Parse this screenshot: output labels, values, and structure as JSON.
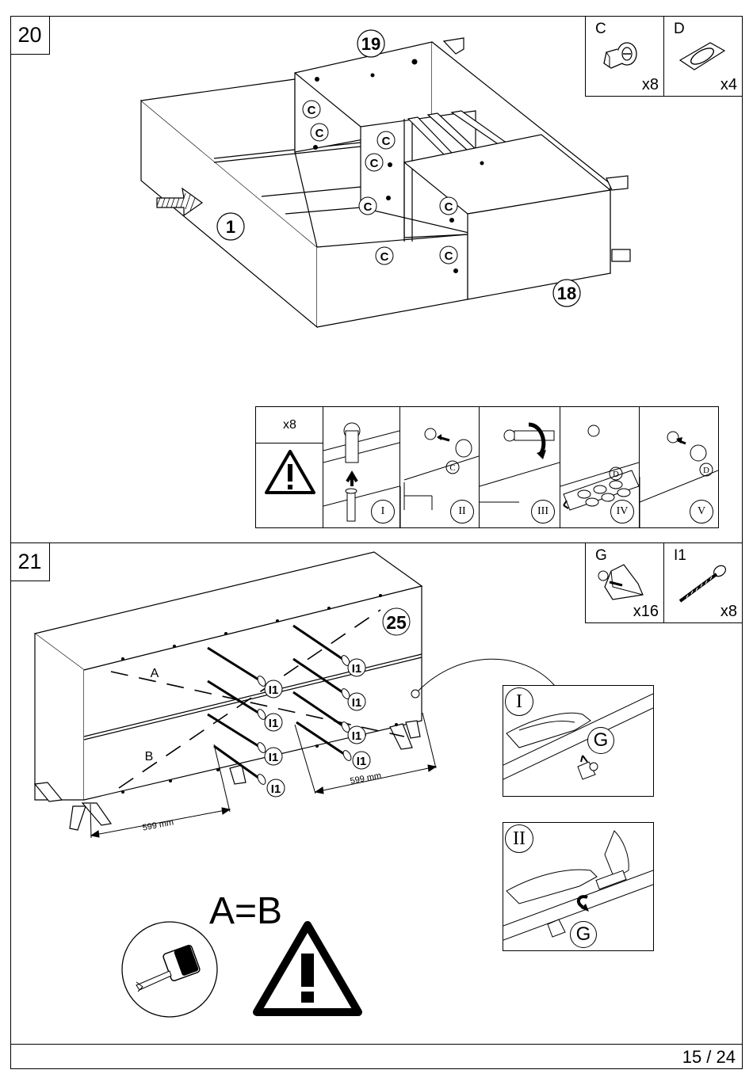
{
  "page": {
    "number": "15 / 24"
  },
  "step20": {
    "number": "20",
    "parts": [
      {
        "code": "C",
        "qty": "x8",
        "icon": "cam-lock-fitting-icon"
      },
      {
        "code": "D",
        "qty": "x4",
        "icon": "cover-cap-icon"
      }
    ],
    "callouts": {
      "top_panel": "19",
      "side_panel": "1",
      "front_panel": "18",
      "fitting": "C"
    },
    "instructions": {
      "count": "x8",
      "warning_icon": "warning-triangle-icon",
      "steps": [
        "I",
        "II",
        "III",
        "IV",
        "V"
      ],
      "fitting_labels": {
        "c": "C",
        "d1": "D",
        "d2": "D"
      }
    }
  },
  "step21": {
    "number": "21",
    "parts": [
      {
        "code": "G",
        "qty": "x16",
        "icon": "corner-bracket-icon"
      },
      {
        "code": "I1",
        "qty": "x8",
        "icon": "screw-icon"
      }
    ],
    "callouts": {
      "back_panel": "25",
      "screw": "I1",
      "diag_a": "A",
      "diag_b": "B"
    },
    "dimensions": {
      "left": "599 mm",
      "right": "599 mm"
    },
    "insets": [
      {
        "label": "I",
        "part": "G"
      },
      {
        "label": "II",
        "part": "G"
      }
    ],
    "equation": "A=B"
  }
}
